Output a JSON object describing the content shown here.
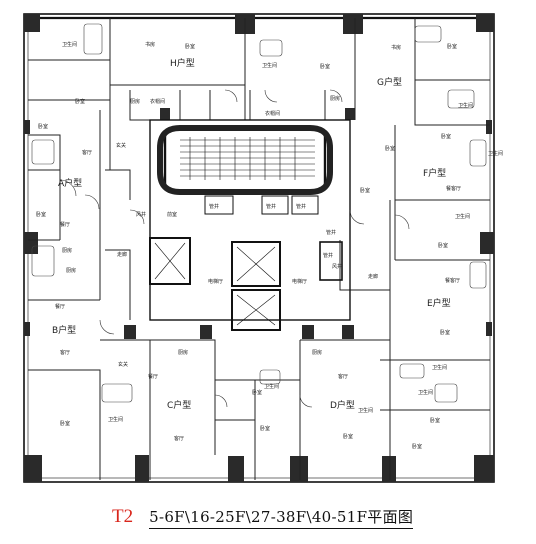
{
  "caption": {
    "code": "T2",
    "text": "5-6F\\16-25F\\27-38F\\40-51F平面图"
  },
  "units": {
    "h": "H户型",
    "g": "G户型",
    "a": "A户型",
    "f": "F户型",
    "b": "B户型",
    "e": "E户型",
    "c": "C户型",
    "d": "D户型"
  },
  "rooms": {
    "bath1": "卫生间",
    "study1": "书房",
    "bed1": "卧室",
    "bed2": "卧室",
    "kitchen1": "厨房",
    "cloak1": "衣帽间",
    "bed3": "卧室",
    "cloak2": "衣帽间",
    "bath2": "卫生间",
    "bed4": "卧室",
    "study2": "书房",
    "bed5": "卧室",
    "kitchen2": "厨房",
    "bath3": "卫生间",
    "bed6": "卧室",
    "bed7": "卧室",
    "bath4": "卫生间",
    "bed8": "卧室",
    "living1": "客厅",
    "foyer1": "玄关",
    "dining1": "餐厅",
    "kitchen3": "厨房",
    "bed9": "卧室",
    "dining2": "餐客厅",
    "bath5": "卫生间",
    "kitchen4": "厨房",
    "dining3": "餐厅",
    "living2": "客厅",
    "bed10": "卧室",
    "dining4": "餐客厅",
    "bed11": "卧室",
    "foyer2": "玄关",
    "kitchen5": "厨房",
    "dining5": "餐厅",
    "bath6": "卫生间",
    "bed12": "卧室",
    "bath7": "卫生间",
    "living3": "客厅",
    "bath8": "卫生间",
    "kitchen6": "厨房",
    "bed13": "卧室",
    "bed14": "卧室",
    "living4": "客厅",
    "bath9": "卫生间",
    "bath10": "卫生间",
    "bed15": "卧室",
    "bed16": "卧室",
    "bed17": "卧室",
    "corridor1": "走廊",
    "corridor2": "走廊",
    "lobby": "电梯厅",
    "shaft1": "管井",
    "shaft2": "管井",
    "shaft3": "管井",
    "shaft4": "管井",
    "shaft5": "管井",
    "front": "前室",
    "pipe1": "风井",
    "pipe2": "风井",
    "lobby2": "电梯厅"
  }
}
